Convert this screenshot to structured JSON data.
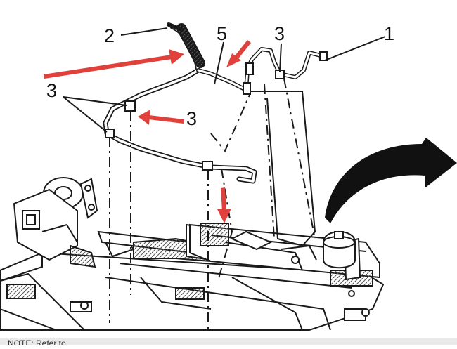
{
  "diagram": {
    "callouts": [
      {
        "id": "c2",
        "text": "2"
      },
      {
        "id": "c5",
        "text": "5"
      },
      {
        "id": "c3a",
        "text": "3"
      },
      {
        "id": "c1",
        "text": "1"
      },
      {
        "id": "c3b",
        "text": "3"
      },
      {
        "id": "c3c",
        "text": "3"
      }
    ]
  },
  "note": {
    "text": "NOTE: Refer to"
  },
  "colors": {
    "arrow_red": "#e0413b",
    "curved_arrow": "#111111",
    "line": "#1a1a1a"
  }
}
